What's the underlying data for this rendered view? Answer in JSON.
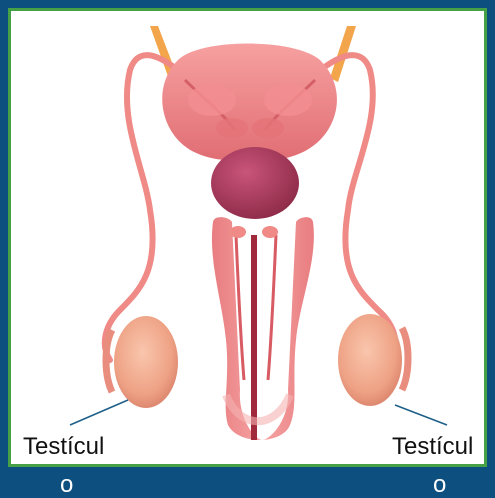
{
  "labels": {
    "left_line1": "Testícul",
    "left_line2": "o",
    "right_line1": "Testícul",
    "right_line2": "o"
  },
  "colors": {
    "background": "#0d4f7e",
    "frame_border": "#46a046",
    "tissue": "#f08a84",
    "tissue_dark": "#d8605e",
    "gland": "#a93a5a",
    "duct_orange": "#f2a54a",
    "testis": "#f3a68c",
    "leader_line": "#1d5f88"
  },
  "icons": [
    "male-reproductive-system-illustration"
  ]
}
